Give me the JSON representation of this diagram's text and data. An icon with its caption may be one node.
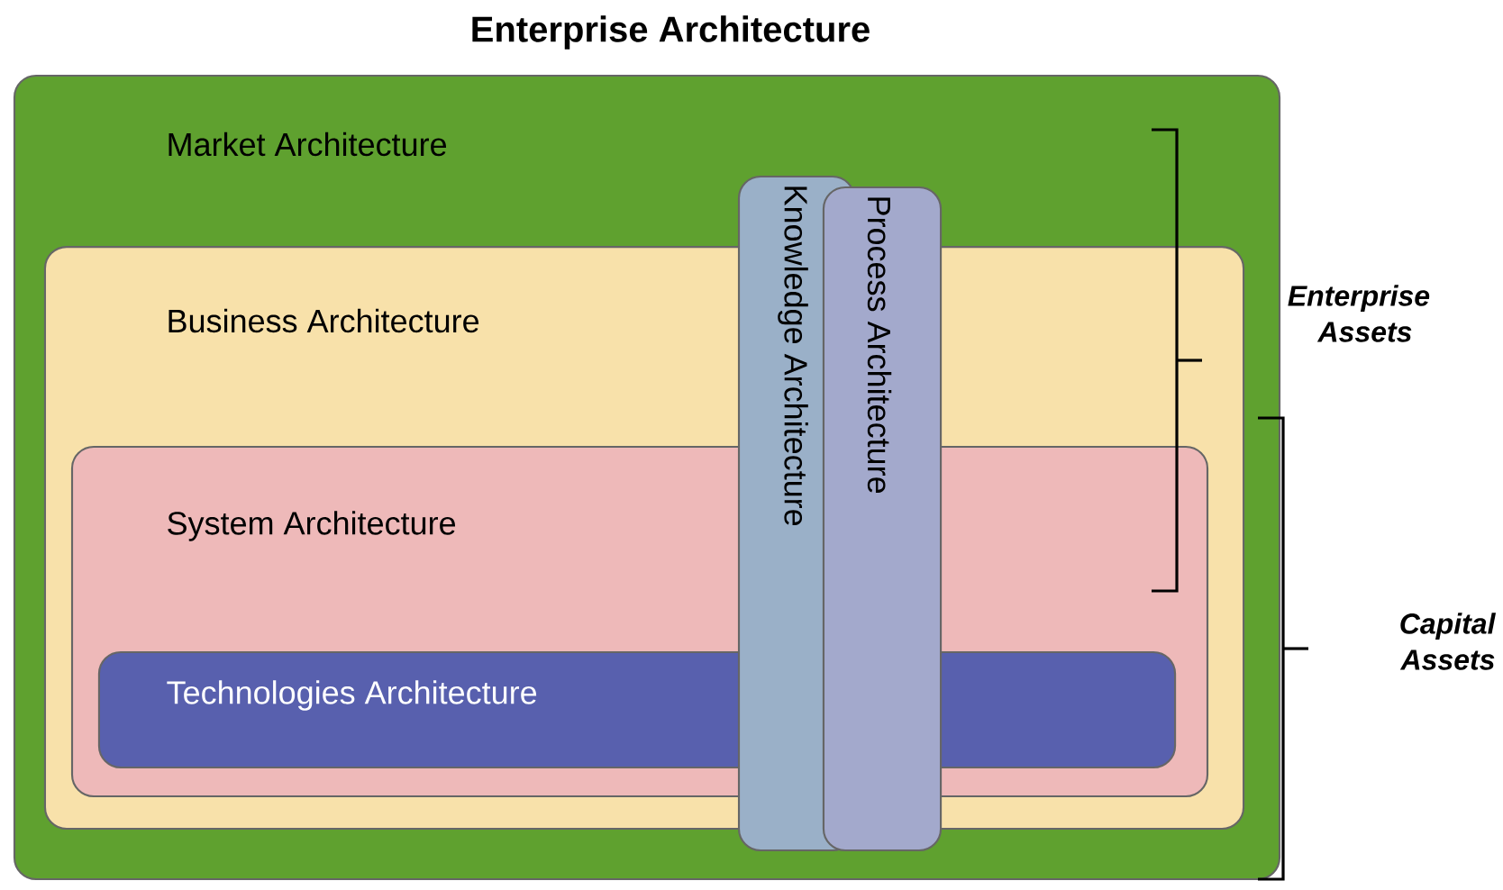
{
  "diagram": {
    "title": "Enterprise Architecture",
    "nodes": [
      {
        "text": [
          "Market Architecture"
        ]
      },
      {
        "text": [
          "Business Architecture"
        ],
        "in": 0
      },
      {
        "text": [
          "System Architecture"
        ],
        "in": 1
      },
      {
        "text": [
          "Technologies Architecture"
        ],
        "in": 2
      },
      {
        "text": [
          "Knowledge Architecture"
        ],
        "in": 0
      },
      {
        "text": [
          "Process Architecture"
        ],
        "in": 0
      }
    ],
    "labels": [
      "Enterprise Assets",
      "Capital Assets"
    ]
  }
}
